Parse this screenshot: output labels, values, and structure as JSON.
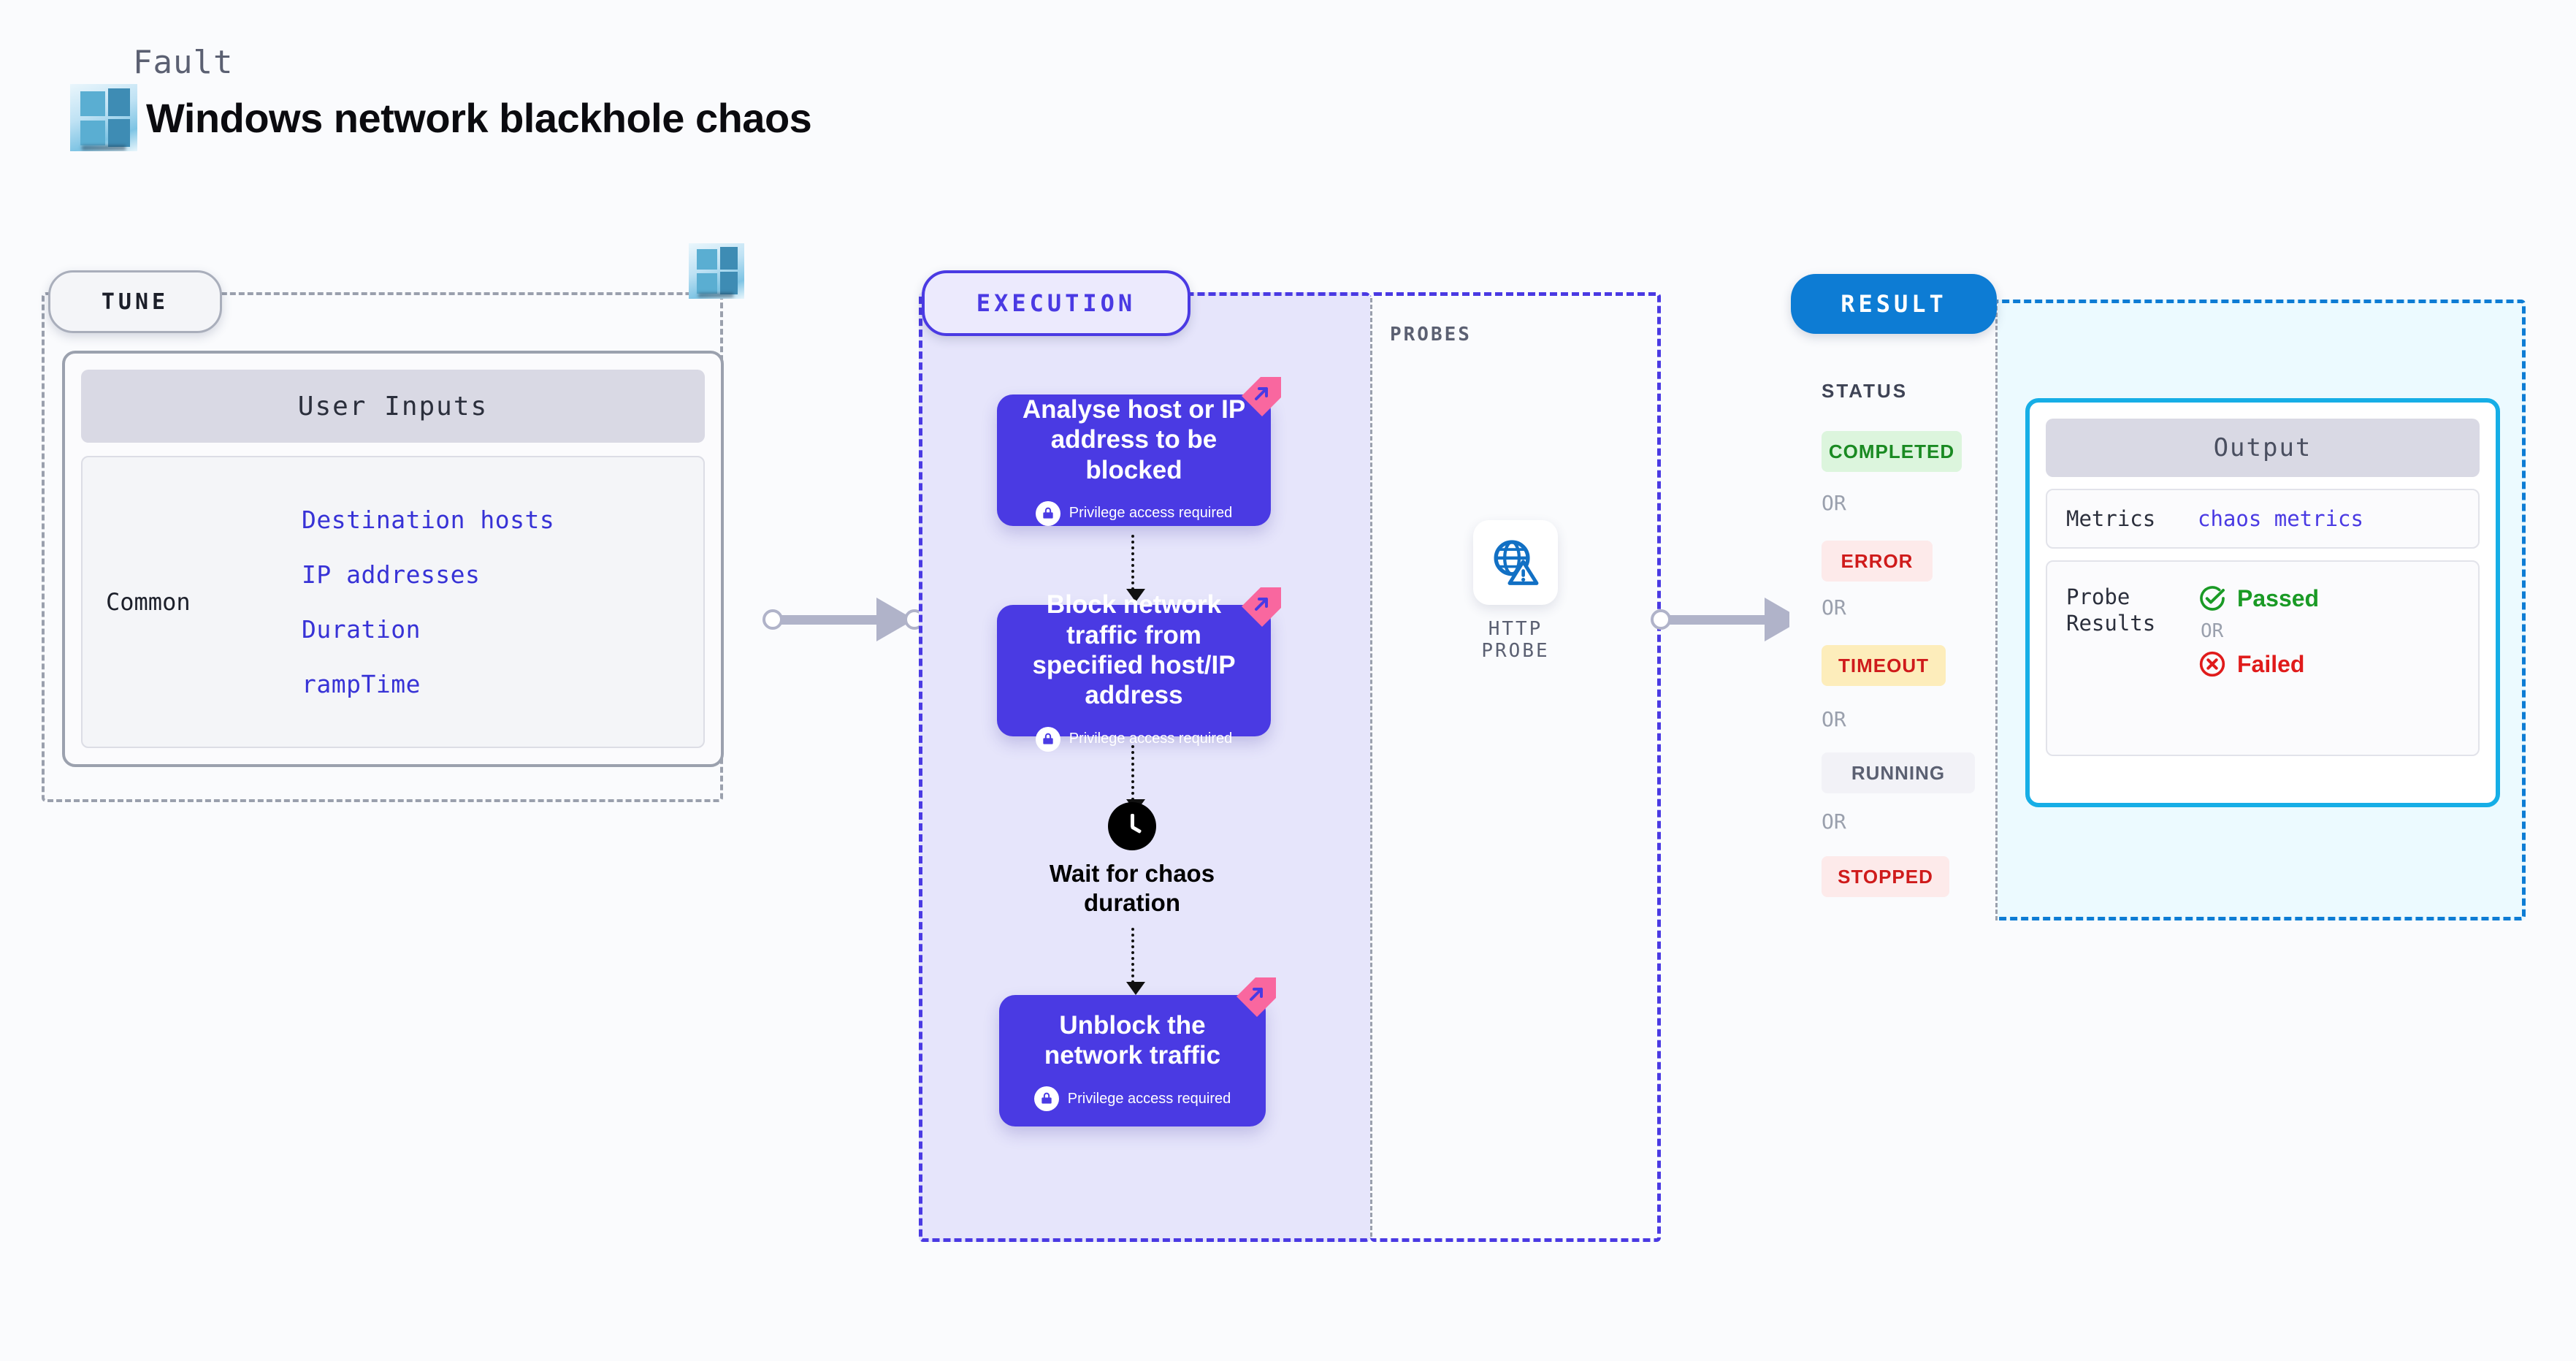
{
  "header": {
    "kind_label": "Fault",
    "title": "Windows network blackhole chaos",
    "logo_icon": "windows-logo-icon"
  },
  "tune": {
    "pill_label": "TUNE",
    "badge_icon": "windows-logo-icon",
    "card": {
      "header": "User Inputs",
      "group_label": "Common",
      "inputs": [
        "Destination hosts",
        "IP addresses",
        "Duration",
        "rampTime"
      ]
    }
  },
  "execution": {
    "pill_label": "EXECUTION",
    "privilege_note": "Privilege access required",
    "lock_icon": "lock-icon",
    "flag_icon": "chaos-flag-icon",
    "steps": [
      {
        "title": "Analyse host or IP address to be blocked",
        "privileged": true
      },
      {
        "title": "Block network traffic from specified host/IP address",
        "privileged": true
      }
    ],
    "wait": {
      "icon": "clock-icon",
      "label": "Wait for chaos duration"
    },
    "final_step": {
      "title": "Unblock the network traffic",
      "privileged": true
    }
  },
  "probes": {
    "section_label": "PROBES",
    "items": [
      {
        "label": "HTTP PROBE",
        "icon": "globe-warning-icon"
      }
    ]
  },
  "result": {
    "pill_label": "RESULT",
    "status_label": "STATUS",
    "or_label": "OR",
    "statuses": [
      {
        "label": "COMPLETED",
        "bg": "#dcf5dd",
        "fg": "#1a8a22"
      },
      {
        "label": "ERROR",
        "bg": "#fdeaea",
        "fg": "#cf1b1b"
      },
      {
        "label": "TIMEOUT",
        "bg": "#fdedbb",
        "fg": "#cf1b1b"
      },
      {
        "label": "RUNNING",
        "bg": "#f2f2f7",
        "fg": "#5b6072"
      },
      {
        "label": "STOPPED",
        "bg": "#fdeaea",
        "fg": "#cf1b1b"
      }
    ],
    "output": {
      "header": "Output",
      "metrics_key": "Metrics",
      "metrics_value": "chaos metrics",
      "probe_results_key": "Probe Results",
      "passed_label": "Passed",
      "failed_label": "Failed",
      "or_label": "OR",
      "passed_icon": "check-circle-icon",
      "failed_icon": "x-circle-icon"
    }
  },
  "colors": {
    "accent_indigo": "#4a3ae3",
    "accent_blue": "#0d7cd4",
    "accent_cyan": "#16aee6",
    "accent_pink": "#f9679f",
    "page_bg": "#fafbfd"
  }
}
